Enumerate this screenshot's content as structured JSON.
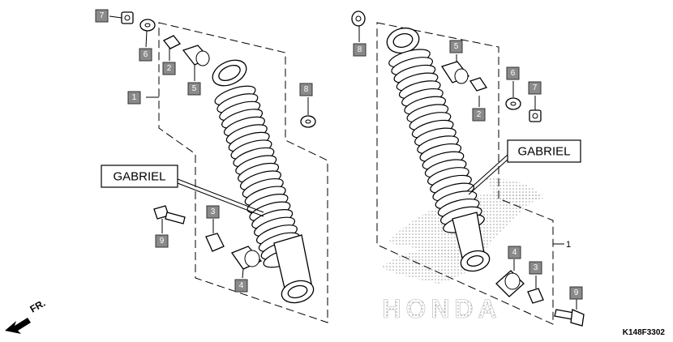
{
  "brand_label": "GABRIEL",
  "watermark_text": "HONDA",
  "direction_label": "FR.",
  "diagram_code": "K148F3302",
  "assembly_ref": "1",
  "left_assembly": {
    "callouts": [
      "7",
      "6",
      "2",
      "5",
      "1",
      "8",
      "3",
      "9",
      "4"
    ]
  },
  "right_assembly": {
    "callouts": [
      "8",
      "5",
      "2",
      "6",
      "7",
      "4",
      "3",
      "9"
    ]
  },
  "icons": [
    "arrow-fr-icon"
  ],
  "colors": {
    "callout_fill": "#8a8a8a",
    "callout_text": "#ffffff",
    "watermark": "#b0b0b0"
  }
}
